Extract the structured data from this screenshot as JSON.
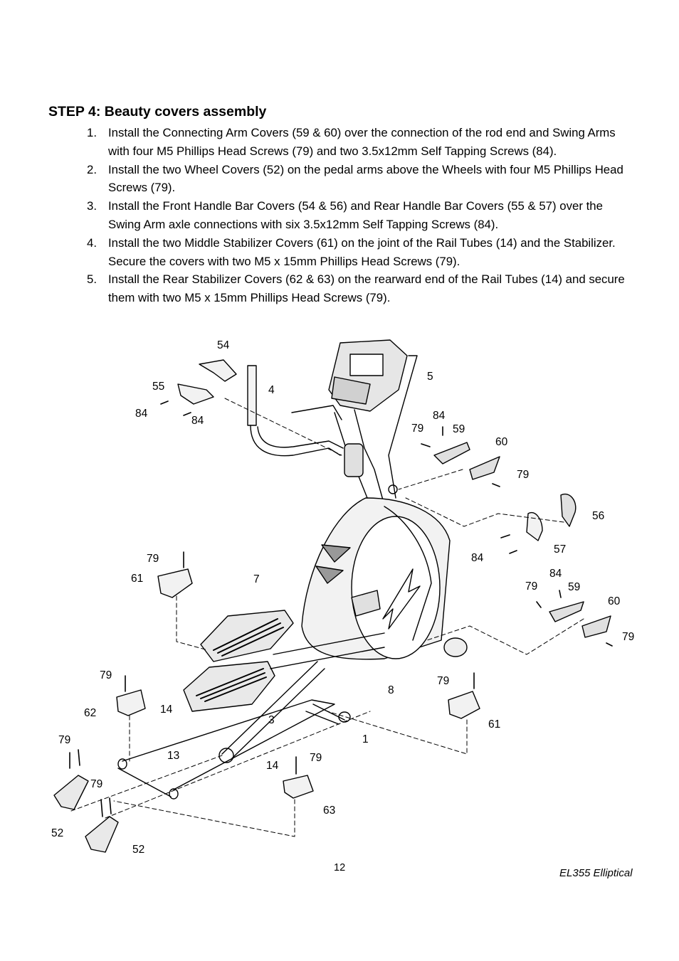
{
  "heading": "STEP 4: Beauty covers assembly",
  "steps": [
    {
      "num": "1.",
      "text": "Install the Connecting Arm Covers (59 & 60) over the connection of the rod end and Swing Arms with four M5 Phillips Head Screws (79) and two 3.5x12mm Self Tapping Screws (84)."
    },
    {
      "num": "2.",
      "text": "Install the two Wheel Covers (52) on the pedal arms above the Wheels with four M5 Phillips Head Screws (79)."
    },
    {
      "num": "3.",
      "text": "Install the Front Handle Bar Covers (54 & 56) and Rear Handle Bar Covers (55 & 57) over the Swing Arm axle connections with six 3.5x12mm Self Tapping Screws (84)."
    },
    {
      "num": "4.",
      "text": "Install the two Middle Stabilizer Covers (61) on the joint of the Rail Tubes (14) and the Stabilizer. Secure the covers with two M5 x 15mm Phillips Head Screws (79)."
    },
    {
      "num": "5.",
      "text": "Install the Rear Stabilizer Covers (62 & 63) on the rearward end of the Rail Tubes (14) and secure them with two M5 x 15mm Phillips Head Screws (79)."
    }
  ],
  "callouts": {
    "c54": "54",
    "c55": "55",
    "c84a": "84",
    "c84b": "84",
    "c4": "4",
    "c5": "5",
    "c84c": "84",
    "c79a": "79",
    "c59a": "59",
    "c60a": "60",
    "c79b": "79",
    "c56": "56",
    "c57": "57",
    "c84d": "84",
    "c79c": "79",
    "c61a": "61",
    "c7": "7",
    "c84e": "84",
    "c79d": "79",
    "c59b": "59",
    "c60b": "60",
    "c79e": "79",
    "c79f": "79",
    "c62": "62",
    "c14a": "14",
    "c3": "3",
    "c8": "8",
    "c79g": "79",
    "c61b": "61",
    "c1": "1",
    "c79h": "79",
    "c13": "13",
    "c14b": "14",
    "c79i": "79",
    "c63": "63",
    "c79j": "79",
    "c52a": "52",
    "c52b": "52"
  },
  "footer": {
    "page": "12",
    "model": "EL355 Elliptical"
  }
}
